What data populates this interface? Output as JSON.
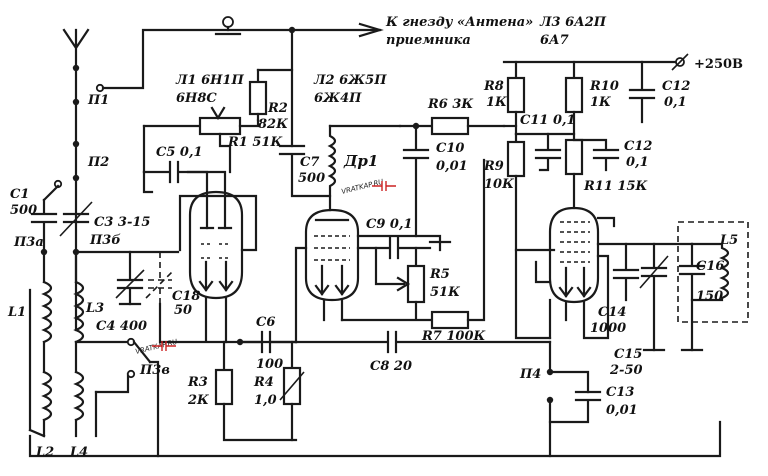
{
  "header": {
    "antenna_note_line1": "К гнезду «Антена»",
    "antenna_note_line2": "приемника",
    "supply": "+250В"
  },
  "tubes": {
    "l1_name": "Л1 6Н1П",
    "l1_alt": "6Н8С",
    "l2_name": "Л2 6Ж5П",
    "l2_alt": "6Ж4П",
    "l3_name": "Л3 6А2П",
    "l3_alt": "6А7"
  },
  "switches": {
    "p1": "П1",
    "p2": "П2",
    "p3a": "П3а",
    "p3b": "П3б",
    "p3v": "П3в",
    "p4": "П4"
  },
  "coils": {
    "l1": "L1",
    "l2": "L2",
    "l3": "L3",
    "l4": "L4",
    "l5": "L5",
    "dr1": "Др1"
  },
  "resistors": {
    "r1": "R1 51К",
    "r2": "R2",
    "r2_val": "82К",
    "r3": "R3",
    "r3_val": "2К",
    "r4": "R4",
    "r4_val": "1,0",
    "r5": "R5",
    "r5_val": "51К",
    "r6": "R6 3К",
    "r7": "R7 100К",
    "r8": "R8",
    "r8_val": "1К",
    "r9": "R9",
    "r9_val": "10К",
    "r10": "R10",
    "r10_val": "1К",
    "r11": "R11 15К"
  },
  "capacitors": {
    "c1": "C1",
    "c1_val": "500",
    "c3": "C3 3-15",
    "c4": "C4 400",
    "c5": "C5 0,1",
    "c6": "C6",
    "c6_val": "100",
    "c7": "C7",
    "c7_val": "500",
    "c8": "C8 20",
    "c9": "C9 0,1",
    "c10": "C10",
    "c10_val": "0,01",
    "c11": "C11 0,1",
    "c12a": "C12",
    "c12a_val": "0,1",
    "c12b": "C12",
    "c12b_val": "0,1",
    "c13": "C13",
    "c13_val": "0,01",
    "c14": "C14",
    "c14_val": "1000",
    "c15": "C15",
    "c15_val": "2-50",
    "c16": "C16",
    "c16_val": "150",
    "c18": "C18",
    "c18_val": "50"
  },
  "watermark": {
    "text_a": "VRATKAP.RU",
    "text_b": "VRATKAP.RU"
  }
}
